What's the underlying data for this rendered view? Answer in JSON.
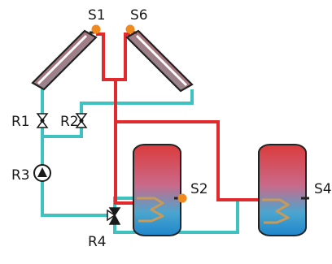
{
  "diagram": {
    "labels": {
      "s1": "S1",
      "s6": "S6",
      "s2": "S2",
      "s4": "S4",
      "r1": "R1",
      "r2": "R2",
      "r3": "R3",
      "r4": "R4"
    },
    "colors": {
      "hot_pipe": "#e02a2e",
      "cold_pipe": "#3fc1c0",
      "sensor": "#f08a1e",
      "tank_top": "#d93a3a",
      "tank_bottom": "#1f8fd1",
      "collector_frame": "#222222"
    }
  }
}
